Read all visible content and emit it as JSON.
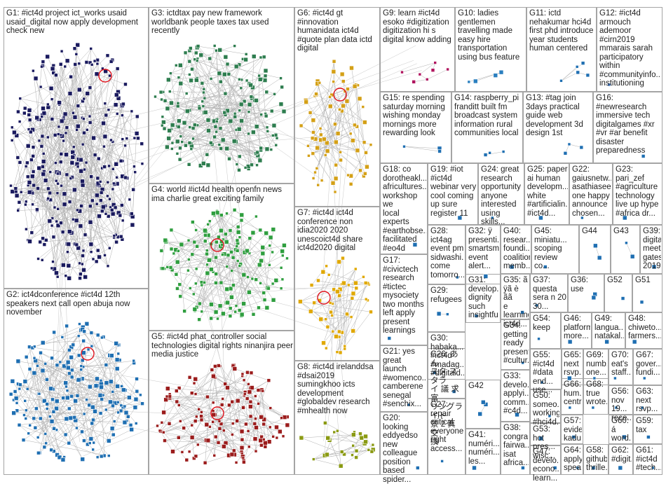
{
  "graph": {
    "group_colors": {
      "G1": "#1a1a5e",
      "G2": "#1f6fb2",
      "G3": "#2e7d4f",
      "G4": "#2f9e3f",
      "G5": "#9b1c1c",
      "G6": "#d4a017",
      "G7": "#e0a800",
      "G8": "#8a9a12",
      "G9": "#b0145e",
      "G10": "#2a7fbf",
      "G12": "#3a7bd5",
      "G_misc": "#1f6fb2"
    },
    "edge_color": "#b0b0b0",
    "groups": [
      {
        "id": "G1",
        "label": "G1: #ict4d project ict_works usaid\nusaid_digital now apply development\ncheck new"
      },
      {
        "id": "G2",
        "label": "G2: ict4dconference #ict4d 12th\nspeakers next call open abuja now\nnovember"
      },
      {
        "id": "G3",
        "label": "G3: ictdtax pay new framework\nworldbank people taxes tax used\nrecently"
      },
      {
        "id": "G4",
        "label": "G4: world #ict4d health openfn news\nima charlie great exciting family"
      },
      {
        "id": "G5",
        "label": "G5: #ict4d phat_controller social\ntechnologies digital rights ninanjira peer\nmedia justice"
      },
      {
        "id": "G6",
        "label": "G6: #ict4d gt\n#innovation\nhumanidata ict4d\n#quote plan data ictd\ndigital"
      },
      {
        "id": "G7",
        "label": "G7: #ict4d ict4d\nconference non\nidia2020 2020\nunescoict4d share\nict4d2020 digital"
      },
      {
        "id": "G8",
        "label": "G8: #ict4d irelanddsa\n#dsai2019\nsumingkhoo icts\ndevelopment\n#globaldev research\n#mhealth now"
      },
      {
        "id": "G9",
        "label": "G9: learn #ict4d\nesoko #digitization\ndigitization hi s\ndigital know adding"
      },
      {
        "id": "G10",
        "label": "G10: ladies\ngentlemen\ntravelling made\neasy hire\ntransportation\nusing bus feature"
      },
      {
        "id": "G11",
        "label": "G11: ictd\nnehakumar hci4d\nfirst phd introduce\nyear students\nhuman centered"
      },
      {
        "id": "G12",
        "label": "G12: #ict4d\narmouch\nademoor\n#cirn2019\nmmarais sarah\nparticipatory\nwithin\n#communityinfo...\ninstitutioning"
      },
      {
        "id": "G13",
        "label": "G13: #tag join\n3days practical\nguide web\ndevelopment 3d\ndesign 1st"
      },
      {
        "id": "G14",
        "label": "G14: raspberry_pi\nfranditt built fm\nbroadcast system\ninformation rural\ncommunities local"
      },
      {
        "id": "G15",
        "label": "G15: re spending\nsaturday morning\nwishing monday\nmornings more\nrewarding look"
      },
      {
        "id": "G16",
        "label": "G16:\n#newresearch\nimmersive tech\ndigitalgames #xr\n#vr #ar benefit\ndisaster\npreparedness"
      },
      {
        "id": "G17",
        "label": "G17:\n#civictech\nresearch\n#tictec\nmysociety\ntwo months\nleft apply\npresent\nlearnings"
      },
      {
        "id": "G18",
        "label": "G18: co\ndorotheakl...\nafricultures...\nworkshop we\nlocal experts\n#earthobse...\nfacilitated\n#eo4d"
      },
      {
        "id": "G19",
        "label": "G19: #iot\n#ict4d\nwebinar very\ncool coming\nup sure\nregister 11"
      },
      {
        "id": "G20",
        "label": "G20: looking\neddyedso\nnew\ncolleague\nposition\nbased\nspider..."
      },
      {
        "id": "G21",
        "label": "G21: yes\ngreat launch\n#womenco...\ncamberene\nsenegal\n#senchix..."
      },
      {
        "id": "G22",
        "label": "G22:\ngaiusnetw...\nasathiasee...\none happy\nannounce\nchosen..."
      },
      {
        "id": "G23",
        "label": "G23:\npari_zef\n#agriculture\ntechnology\nlive up hype\n#africa dr..."
      },
      {
        "id": "G24",
        "label": "G24: great\nresearch\nopportunity\nanyone\ninterested\nusing skills..."
      },
      {
        "id": "G25",
        "label": "G25: paper\nai human\ndevelopm...\nwhite\n#artificialin...\n#ict4d..."
      },
      {
        "id": "G26",
        "label": "G26: あん\nスタ スタラ\nイ 議 求 富\nリングライト\n景 2 真 交\n換"
      },
      {
        "id": "G27",
        "label": "G27:\nrepair\ncritical\neveryone\nright\naccess..."
      },
      {
        "id": "G28",
        "label": "G28:\nict4ag\nevent pm\nsidwashi...\ncome\ntomorro..."
      },
      {
        "id": "G29",
        "label": "G29:\nrefugees"
      },
      {
        "id": "G30",
        "label": "G30:\nhabaka...\n#ict4d\n#madag...\n#digitald..."
      },
      {
        "id": "G31",
        "label": "G31:\ndevelop...\ndignity\nsuch\ninsightfu..."
      },
      {
        "id": "G32",
        "label": "G32: ÿ\npresenti...\nsmartsm...\nevent\nalert..."
      },
      {
        "id": "G33",
        "label": "G33:\ndevelo...\napplyi...\ncomm...\n#c4d..."
      },
      {
        "id": "G34",
        "label": "G34:\ngetting\nready\npresent\n#cultur..."
      },
      {
        "id": "G35",
        "label": "G35: ã\nÿã è ãã\ne\nlearning\nict4d..."
      },
      {
        "id": "G36",
        "label": "G36: use"
      },
      {
        "id": "G37",
        "label": "G37:\nquesta\nsera n 20\n30..."
      },
      {
        "id": "G38",
        "label": "G38:\ncongra...\nfairwa...\nisat\nafrica..."
      },
      {
        "id": "G39",
        "label": "G39:\ndigital\nmeet\ngatesfo...\n2019..."
      },
      {
        "id": "G40",
        "label": "G40:\nresear...\nfoundi...\ncoalition\nmemb..."
      },
      {
        "id": "G41",
        "label": "G41:\nnuméri...\nnuméri...\nles..."
      },
      {
        "id": "G42",
        "label": "G42"
      },
      {
        "id": "G43",
        "label": "G43"
      },
      {
        "id": "G44",
        "label": "G44"
      },
      {
        "id": "G45",
        "label": "G45:\nminiatu...\nscoping\nreview\nco..."
      },
      {
        "id": "G46",
        "label": "G46:\nplatform\nmore..."
      },
      {
        "id": "G47",
        "label": "G47:\ndevelo...\neconо...\nlearn..."
      },
      {
        "id": "G48",
        "label": "G48:\nchiweto...\nfarmers..."
      },
      {
        "id": "G49",
        "label": "G49:\nlangua...\nnatakal..."
      },
      {
        "id": "G50",
        "label": "G50:\nsomeo...\nworking\n#hci4d..."
      },
      {
        "id": "G51",
        "label": "G51"
      },
      {
        "id": "G52",
        "label": "G52"
      },
      {
        "id": "G53",
        "label": "G53:\nhot\npres...\nwisc..."
      },
      {
        "id": "G54",
        "label": "G54:\nkeep"
      },
      {
        "id": "G55",
        "label": "G55:\n#ict4d\n#data\nend...\nuse..."
      },
      {
        "id": "G56",
        "label": "G56:\nnov\n19...\nrece..."
      },
      {
        "id": "G57",
        "label": "G57:\nevide...\nkadu..."
      },
      {
        "id": "G58",
        "label": "G58:\ngithub\nthrille..."
      },
      {
        "id": "G59",
        "label": "G59:\ntax"
      },
      {
        "id": "G60",
        "label": "G60:\ná\nword..."
      },
      {
        "id": "G61",
        "label": "G61:\n#ict4d\n#tech..."
      },
      {
        "id": "G62",
        "label": "G62:\n#digit..."
      },
      {
        "id": "G63",
        "label": "G63:\nnext\nrsvp..."
      },
      {
        "id": "G64",
        "label": "G64:\napply\nspea..."
      },
      {
        "id": "G65",
        "label": "G65:\nnext\nrsvp..."
      },
      {
        "id": "G66",
        "label": "G66:\nhum...\ncentr..."
      },
      {
        "id": "G67",
        "label": "G67:\ngover...\nfundi..."
      },
      {
        "id": "G68",
        "label": "G68:\ntrue\nwrote..."
      },
      {
        "id": "G69",
        "label": "G69:\nnumb...\none..."
      },
      {
        "id": "G70",
        "label": "G70:\neat's\nstaff..."
      }
    ]
  }
}
